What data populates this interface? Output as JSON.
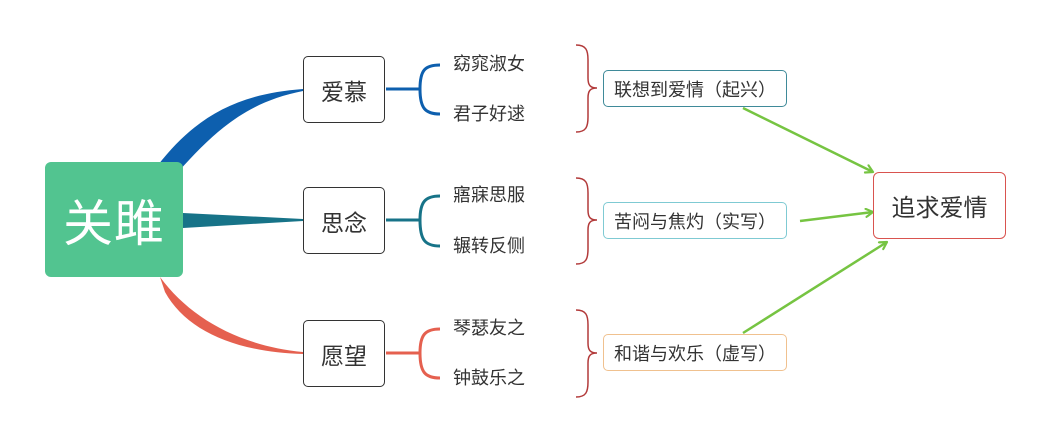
{
  "root": {
    "label": "关雎",
    "color": "#52c490"
  },
  "branches": [
    {
      "label": "爱慕",
      "color": "#0d5fae",
      "leaves": [
        "窈窕淑女",
        "君子好逑"
      ],
      "summary": {
        "label": "联想到爱情（起兴）",
        "border": "#3f8a99"
      }
    },
    {
      "label": "思念",
      "color": "#177388",
      "leaves": [
        "寤寐思服",
        "辗转反侧"
      ],
      "summary": {
        "label": "苦闷与焦灼（实写）",
        "border": "#7fcad3"
      }
    },
    {
      "label": "愿望",
      "color": "#e5604f",
      "leaves": [
        "琴瑟友之",
        "钟鼓乐之"
      ],
      "summary": {
        "label": "和谐与欢乐（虚写）",
        "border": "#f0c18f"
      }
    }
  ],
  "goal": {
    "label": "追求爱情",
    "border": "#d9534f"
  },
  "colors": {
    "brace": "#b23a3a",
    "arrow": "#76c442",
    "branch_border": "#333333"
  }
}
